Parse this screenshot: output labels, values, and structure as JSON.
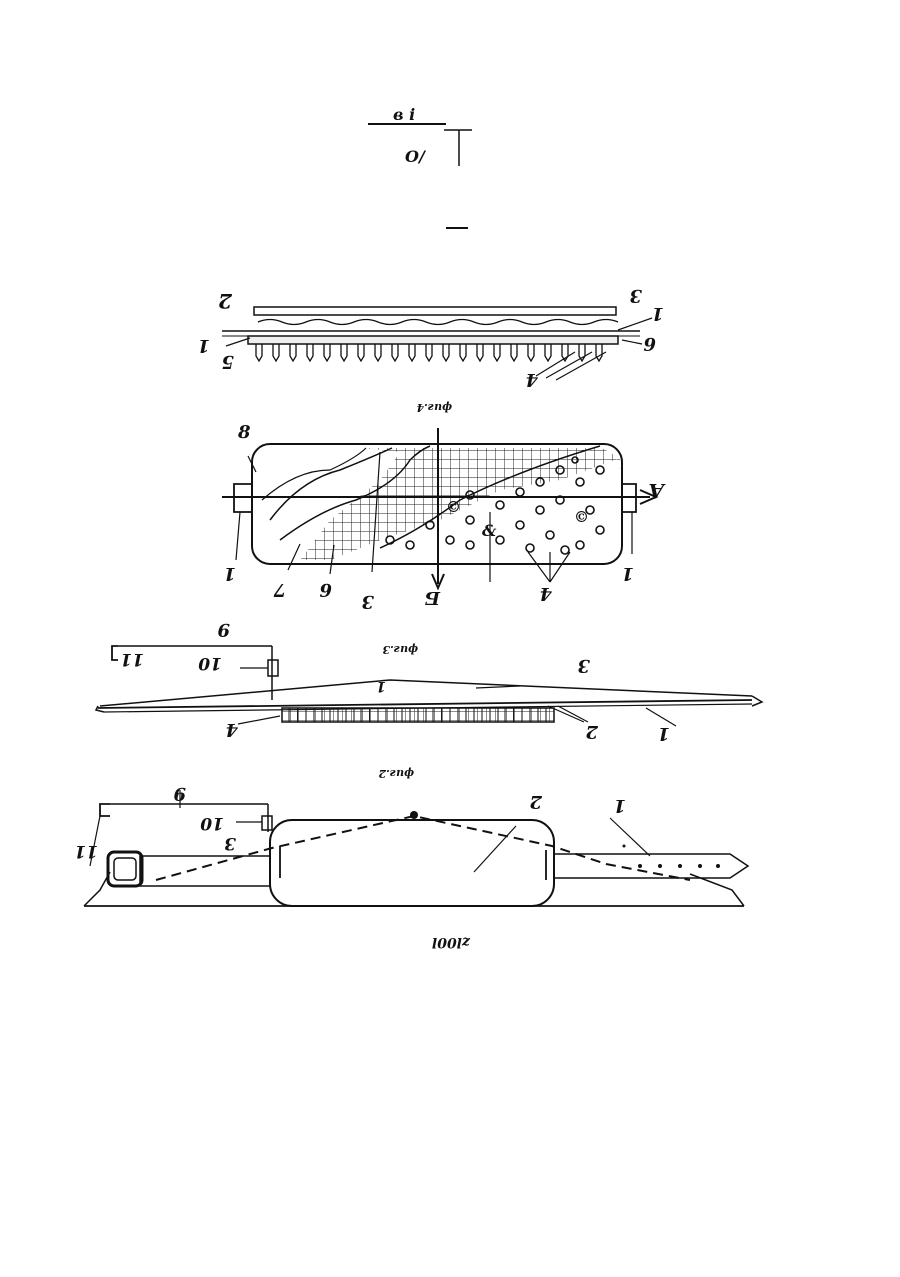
{
  "header": {
    "mark_top": "в i",
    "mark_bottom": "O/"
  },
  "figures": {
    "fig4": {
      "caption": "фиг.4",
      "labels": [
        "2",
        "1",
        "5",
        "3",
        "1",
        "6",
        "4"
      ]
    },
    "fig3_top": {
      "labels": [
        "8",
        "A",
        "1",
        "7",
        "6",
        "3",
        "Б",
        "1",
        "4",
        "&"
      ],
      "symbol_c": "©"
    },
    "fig3": {
      "caption": "фиг.3",
      "labels": [
        "9",
        "11",
        "10",
        "3",
        "1",
        "2",
        "1",
        "4"
      ]
    },
    "fig2": {
      "caption": "фиг.2",
      "labels": [
        "9",
        "10",
        "3",
        "11",
        "2",
        "1"
      ]
    },
    "footer_code": "zl00l"
  }
}
